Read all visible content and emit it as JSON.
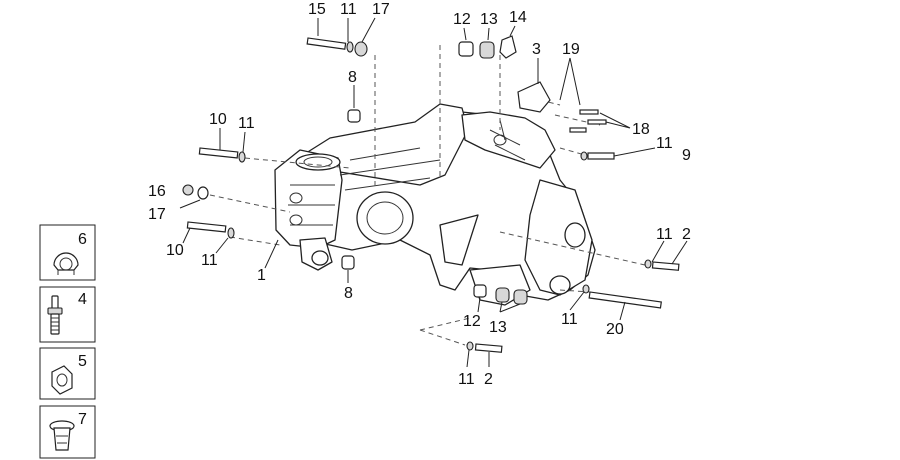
{
  "callouts": [
    {
      "id": "c15a",
      "text": "15"
    },
    {
      "id": "c11a",
      "text": "11"
    },
    {
      "id": "c17a",
      "text": "17"
    },
    {
      "id": "c8a",
      "text": "8"
    },
    {
      "id": "c12a",
      "text": "12"
    },
    {
      "id": "c13a",
      "text": "13"
    },
    {
      "id": "c14a",
      "text": "14"
    },
    {
      "id": "c3",
      "text": "3"
    },
    {
      "id": "c19",
      "text": "19"
    },
    {
      "id": "c18",
      "text": "18"
    },
    {
      "id": "c11b",
      "text": "11"
    },
    {
      "id": "c9",
      "text": "9"
    },
    {
      "id": "c10a",
      "text": "10"
    },
    {
      "id": "c11c",
      "text": "11"
    },
    {
      "id": "c16",
      "text": "16"
    },
    {
      "id": "c17b",
      "text": "17"
    },
    {
      "id": "c10b",
      "text": "10"
    },
    {
      "id": "c11d",
      "text": "11"
    },
    {
      "id": "c1",
      "text": "1"
    },
    {
      "id": "c8b",
      "text": "8"
    },
    {
      "id": "c11e",
      "text": "11"
    },
    {
      "id": "c2a",
      "text": "2"
    },
    {
      "id": "c12b",
      "text": "12"
    },
    {
      "id": "c13b",
      "text": "13"
    },
    {
      "id": "c11f",
      "text": "11"
    },
    {
      "id": "c20",
      "text": "20"
    },
    {
      "id": "c11g",
      "text": "11"
    },
    {
      "id": "c2b",
      "text": "2"
    }
  ],
  "side_parts": [
    {
      "id": "p6",
      "number": "6",
      "icon": "clamp-ring-icon"
    },
    {
      "id": "p4",
      "number": "4",
      "icon": "threaded-insert-icon"
    },
    {
      "id": "p5",
      "number": "5",
      "icon": "nut-icon"
    },
    {
      "id": "p7",
      "number": "7",
      "icon": "rivet-nut-icon"
    }
  ]
}
